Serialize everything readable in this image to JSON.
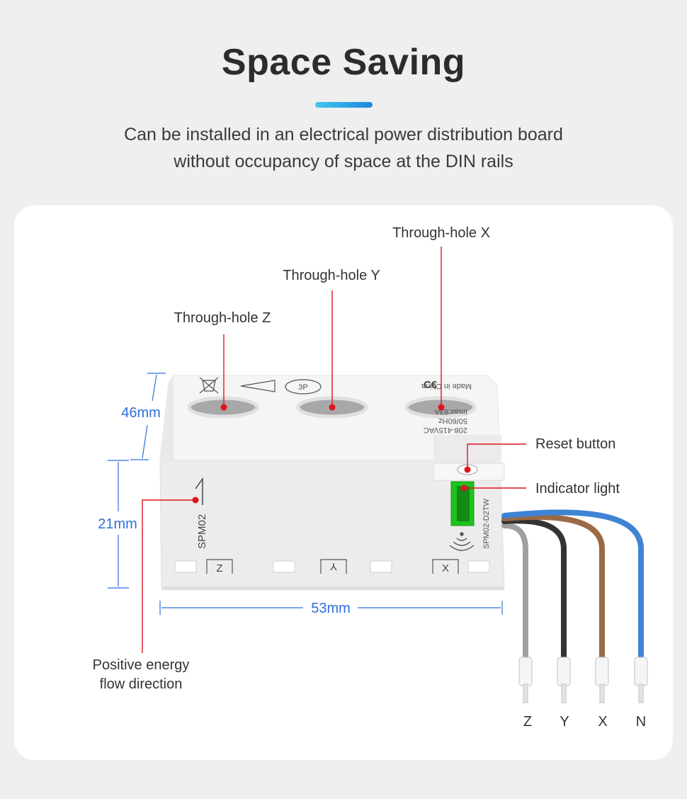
{
  "header": {
    "title": "Space Saving",
    "subtitle_lines": [
      "Can be installed in an electrical power distribution board",
      "without occupancy of space at the DIN rails"
    ]
  },
  "callouts": {
    "through_hole_x": "Through-hole X",
    "through_hole_y": "Through-hole Y",
    "through_hole_z": "Through-hole Z",
    "reset_button": "Reset button",
    "indicator_light": "Indicator light",
    "positive_energy_lines": [
      "Positive energy",
      "flow direction"
    ]
  },
  "dimensions": {
    "depth": "46mm",
    "height": "21mm",
    "width": "53mm"
  },
  "device_markings": {
    "made_in_china": "Made in China",
    "rating_lines": [
      "208-415VAC",
      "50/60Hz",
      "Imax:63A"
    ],
    "model_front": "SPM02",
    "model_side": "SPM02-D2TW",
    "three_phase_symbol": "3P",
    "terminal_labels": [
      "Z",
      "Y",
      "X"
    ]
  },
  "wires": [
    {
      "label": "Z",
      "color": "#a0a0a0"
    },
    {
      "label": "Y",
      "color": "#333333"
    },
    {
      "label": "X",
      "color": "#9a6a45"
    },
    {
      "label": "N",
      "color": "#3f83d4"
    }
  ],
  "colors": {
    "accent_start": "#3ec8ee",
    "accent_end": "#1f86e0",
    "callout_dot": "#e0141e",
    "dimension_text": "#2f6fd6",
    "indicator_green": "#1ec21e"
  }
}
